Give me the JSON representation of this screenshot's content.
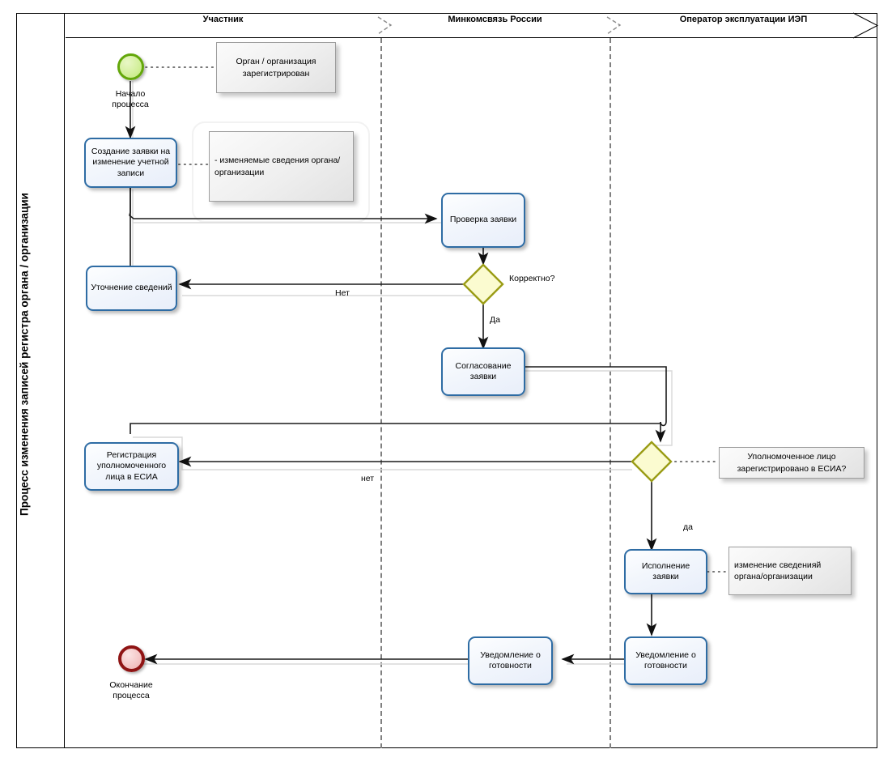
{
  "pool": {
    "title": "Процесс изменения записей регистра органа / организации"
  },
  "lanes": [
    {
      "id": "lane-uchastnik",
      "label": "Участник"
    },
    {
      "id": "lane-minkomsvyaz",
      "label": "Минкомсвязь России"
    },
    {
      "id": "lane-operator",
      "label": "Оператор эксплуатации ИЭП"
    }
  ],
  "events": [
    {
      "id": "start-event",
      "type": "start",
      "label": "Начало\nпроцесса",
      "label_line1": "Начало",
      "label_line2": "процесса",
      "color": "#63a70a"
    },
    {
      "id": "end-event",
      "type": "end",
      "label_line1": "Окончание",
      "label_line2": "процесса",
      "color": "#8f1414"
    }
  ],
  "tasks": [
    {
      "id": "task-create-request",
      "label": "Создание заявки на изменение учетной записи",
      "lane": "lane-uchastnik"
    },
    {
      "id": "task-clarify-info",
      "label": "Уточнение сведений",
      "lane": "lane-uchastnik"
    },
    {
      "id": "task-register-person-esia",
      "label": "Регистрация уполномоченного лица в ЕСИА",
      "lane": "lane-uchastnik"
    },
    {
      "id": "task-check-request",
      "label": "Проверка заявки",
      "lane": "lane-minkomsvyaz"
    },
    {
      "id": "task-approve-request",
      "label": "Согласование заявки",
      "lane": "lane-minkomsvyaz"
    },
    {
      "id": "task-notify-ready-mks",
      "label": "Уведомление о готовности",
      "lane": "lane-minkomsvyaz"
    },
    {
      "id": "task-execute-request",
      "label": "Исполнение заявки",
      "lane": "lane-operator"
    },
    {
      "id": "task-notify-ready-op",
      "label": "Уведомление о готовности",
      "lane": "lane-operator"
    }
  ],
  "gateways": [
    {
      "id": "gateway-correct",
      "label": "Корректно?",
      "lane": "lane-minkomsvyaz",
      "fill": "#fbfbd0",
      "stroke": "#9a9c15"
    },
    {
      "id": "gateway-person-registered",
      "label": "",
      "lane": "lane-operator",
      "fill": "#fbfbd0",
      "stroke": "#9a9c15"
    }
  ],
  "notes": [
    {
      "id": "note-org-registered",
      "text": "Орган / организация зарегистрирован"
    },
    {
      "id": "note-changed-data",
      "text": "- изменяемые сведения органа/организации"
    },
    {
      "id": "note-person-registered-esia",
      "text": "Уполномоченное лицо зарегистрировано в ЕСИА?"
    },
    {
      "id": "note-change-org-data",
      "text": "изменение сведенияй органа/организации"
    }
  ],
  "flow_labels": [
    {
      "id": "flow-label-net",
      "text": "Нет"
    },
    {
      "id": "flow-label-da",
      "text": "Да"
    },
    {
      "id": "flow-label-net-lower",
      "text": "нет"
    },
    {
      "id": "flow-label-da-lower",
      "text": "да"
    }
  ],
  "colors": {
    "task_border": "#2e6ca4",
    "gateway_stroke": "#9a9c15",
    "gateway_fill": "#fbfbd0",
    "start_stroke": "#63a70a",
    "end_stroke": "#8f1414",
    "lane_divider": "#808080",
    "flow_line": "#1a1a1a"
  }
}
